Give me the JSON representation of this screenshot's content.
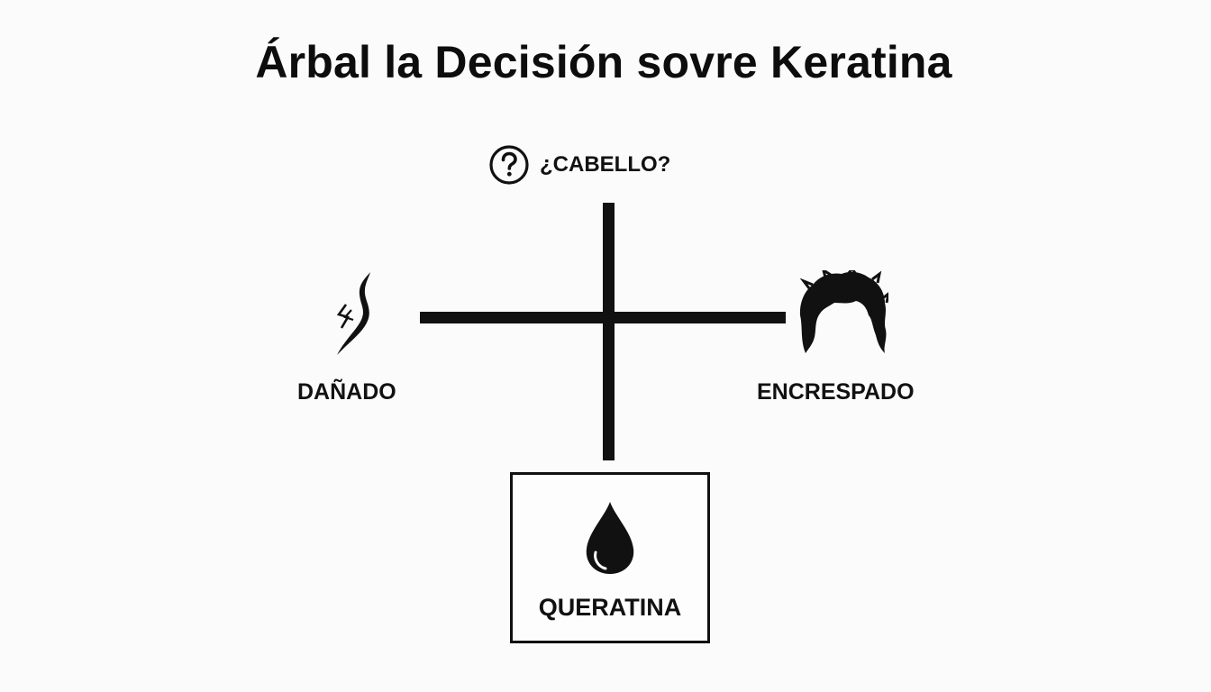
{
  "diagram": {
    "title": "Árbal la Decisión sovre Keratina",
    "question": {
      "icon": "question-circle-icon",
      "text": "¿CABELLO?"
    },
    "branches": {
      "left": {
        "icon": "damaged-hair-icon",
        "label": "DAÑADO"
      },
      "right": {
        "icon": "frizzy-hair-icon",
        "label": "ENCRESPADO"
      }
    },
    "result": {
      "icon": "drop-icon",
      "label": "QUERATINA"
    },
    "colors": {
      "ink": "#111111",
      "background": "#fbfbfb"
    }
  }
}
